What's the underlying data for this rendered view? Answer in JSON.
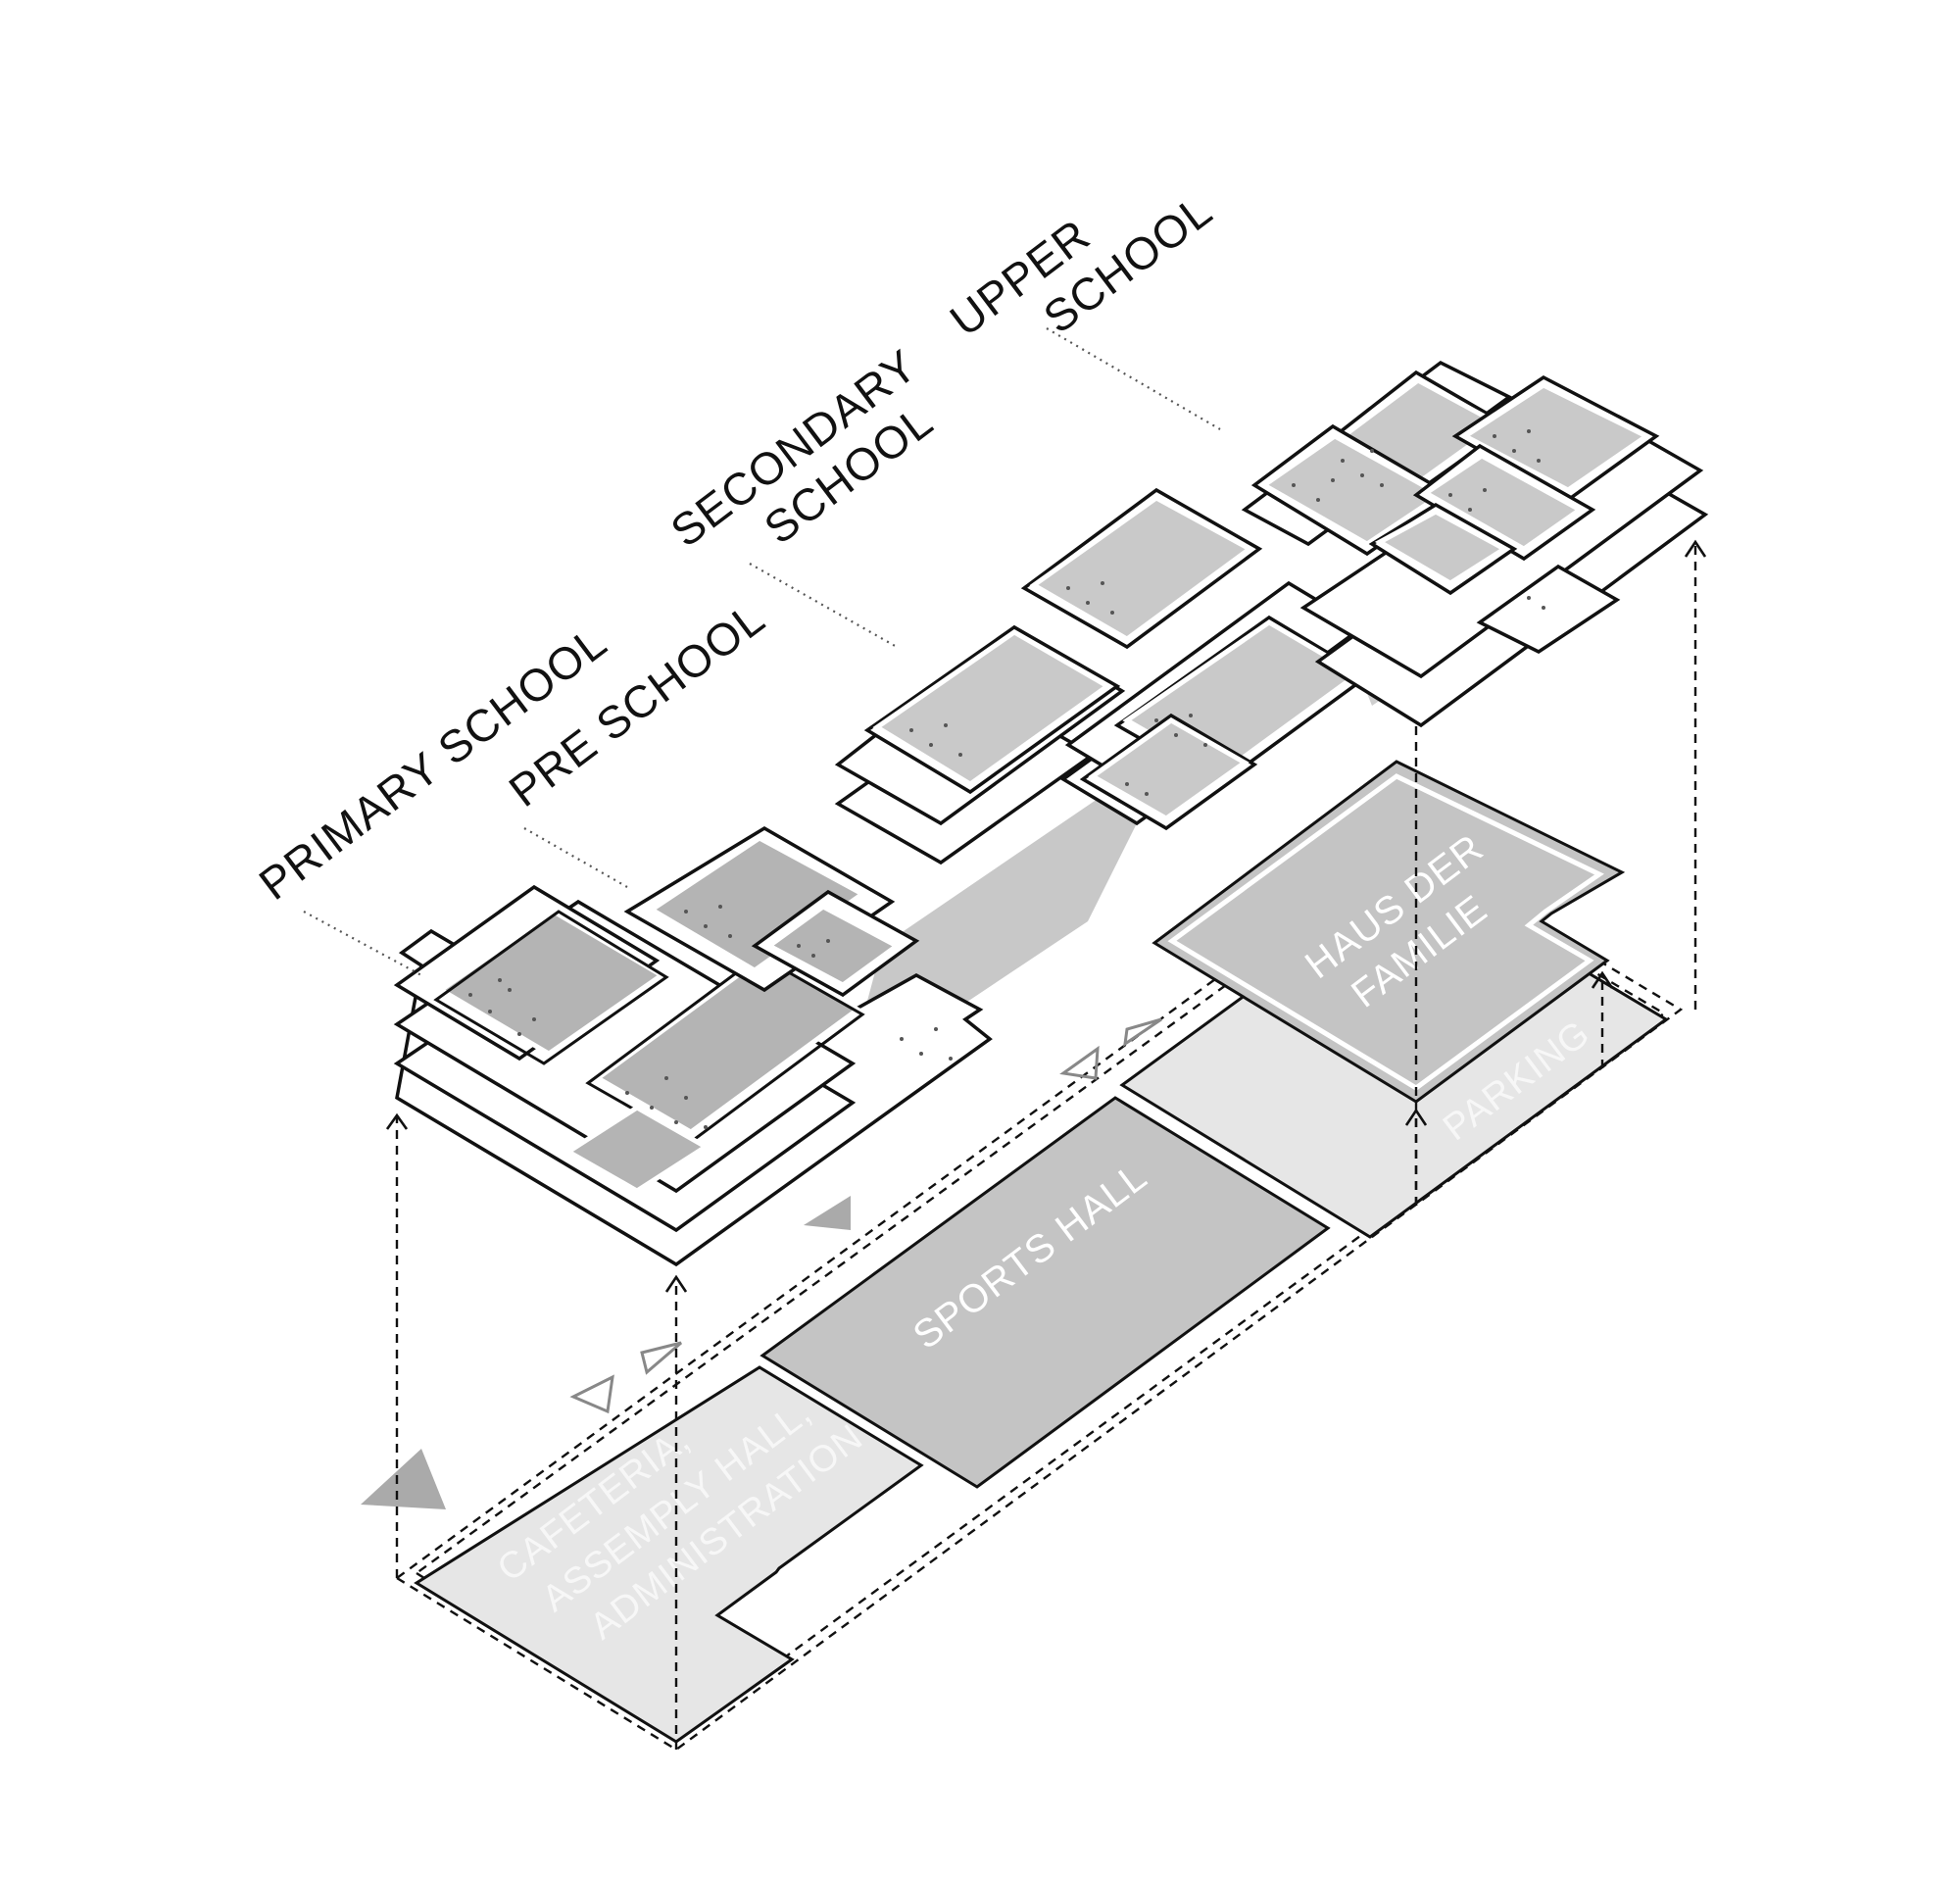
{
  "labels": {
    "primary_school": "PRIMARY SCHOOL",
    "pre_school": "PRE SCHOOL",
    "secondary_line1": "SECONDARY",
    "secondary_line2": "SCHOOL",
    "upper_line1": "UPPER",
    "upper_line2": "SCHOOL",
    "haus_line1": "HAUS DER",
    "haus_line2": "FAMILIE",
    "parking": "PARKING",
    "sports_hall": "SPORTS HALL",
    "cafeteria_line1": "CAFETERIA,",
    "cafeteria_line2": "ASSEMPLY HALL,",
    "cafeteria_line3": "ADMINISTRATION"
  },
  "colors": {
    "ink": "#111111",
    "room_dark": "#b4b4b4",
    "room_mid": "#c9c9c9",
    "ground_light": "#e6e6e6",
    "ground_mid": "#c4c4c4",
    "label_on_grey": "#ffffff"
  }
}
